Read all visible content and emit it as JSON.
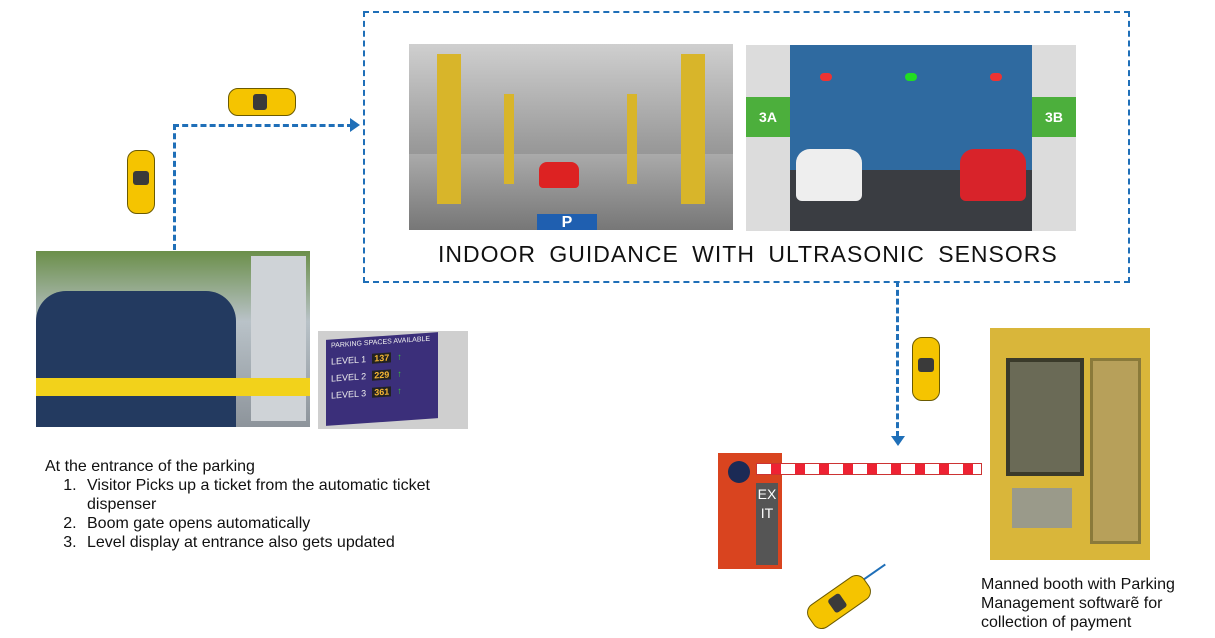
{
  "guidance_title": "INDOOR GUIDANCE WITH ULTRASONIC SENSORS",
  "entrance": {
    "heading": "At the entrance of the parking",
    "steps": [
      "Visitor Picks up a ticket from the automatic ticket dispenser",
      "Boom gate opens automatically",
      "Level display at entrance also gets updated"
    ]
  },
  "level_display": {
    "title": "PARKING SPACES AVAILABLE",
    "levels": [
      {
        "label": "LEVEL 1",
        "count": "137"
      },
      {
        "label": "LEVEL 2",
        "count": "229"
      },
      {
        "label": "LEVEL 3",
        "count": "361"
      }
    ]
  },
  "bay_labels": [
    "3A",
    "3B"
  ],
  "garage_sign": "P",
  "exit_label": "EXIT",
  "booth_caption": "Manned booth with Parking Management softwarẽ for collection of payment",
  "colors": {
    "connector": "#1f6fb8",
    "car": "#f5c400",
    "boom_gate": "#d9441f"
  }
}
